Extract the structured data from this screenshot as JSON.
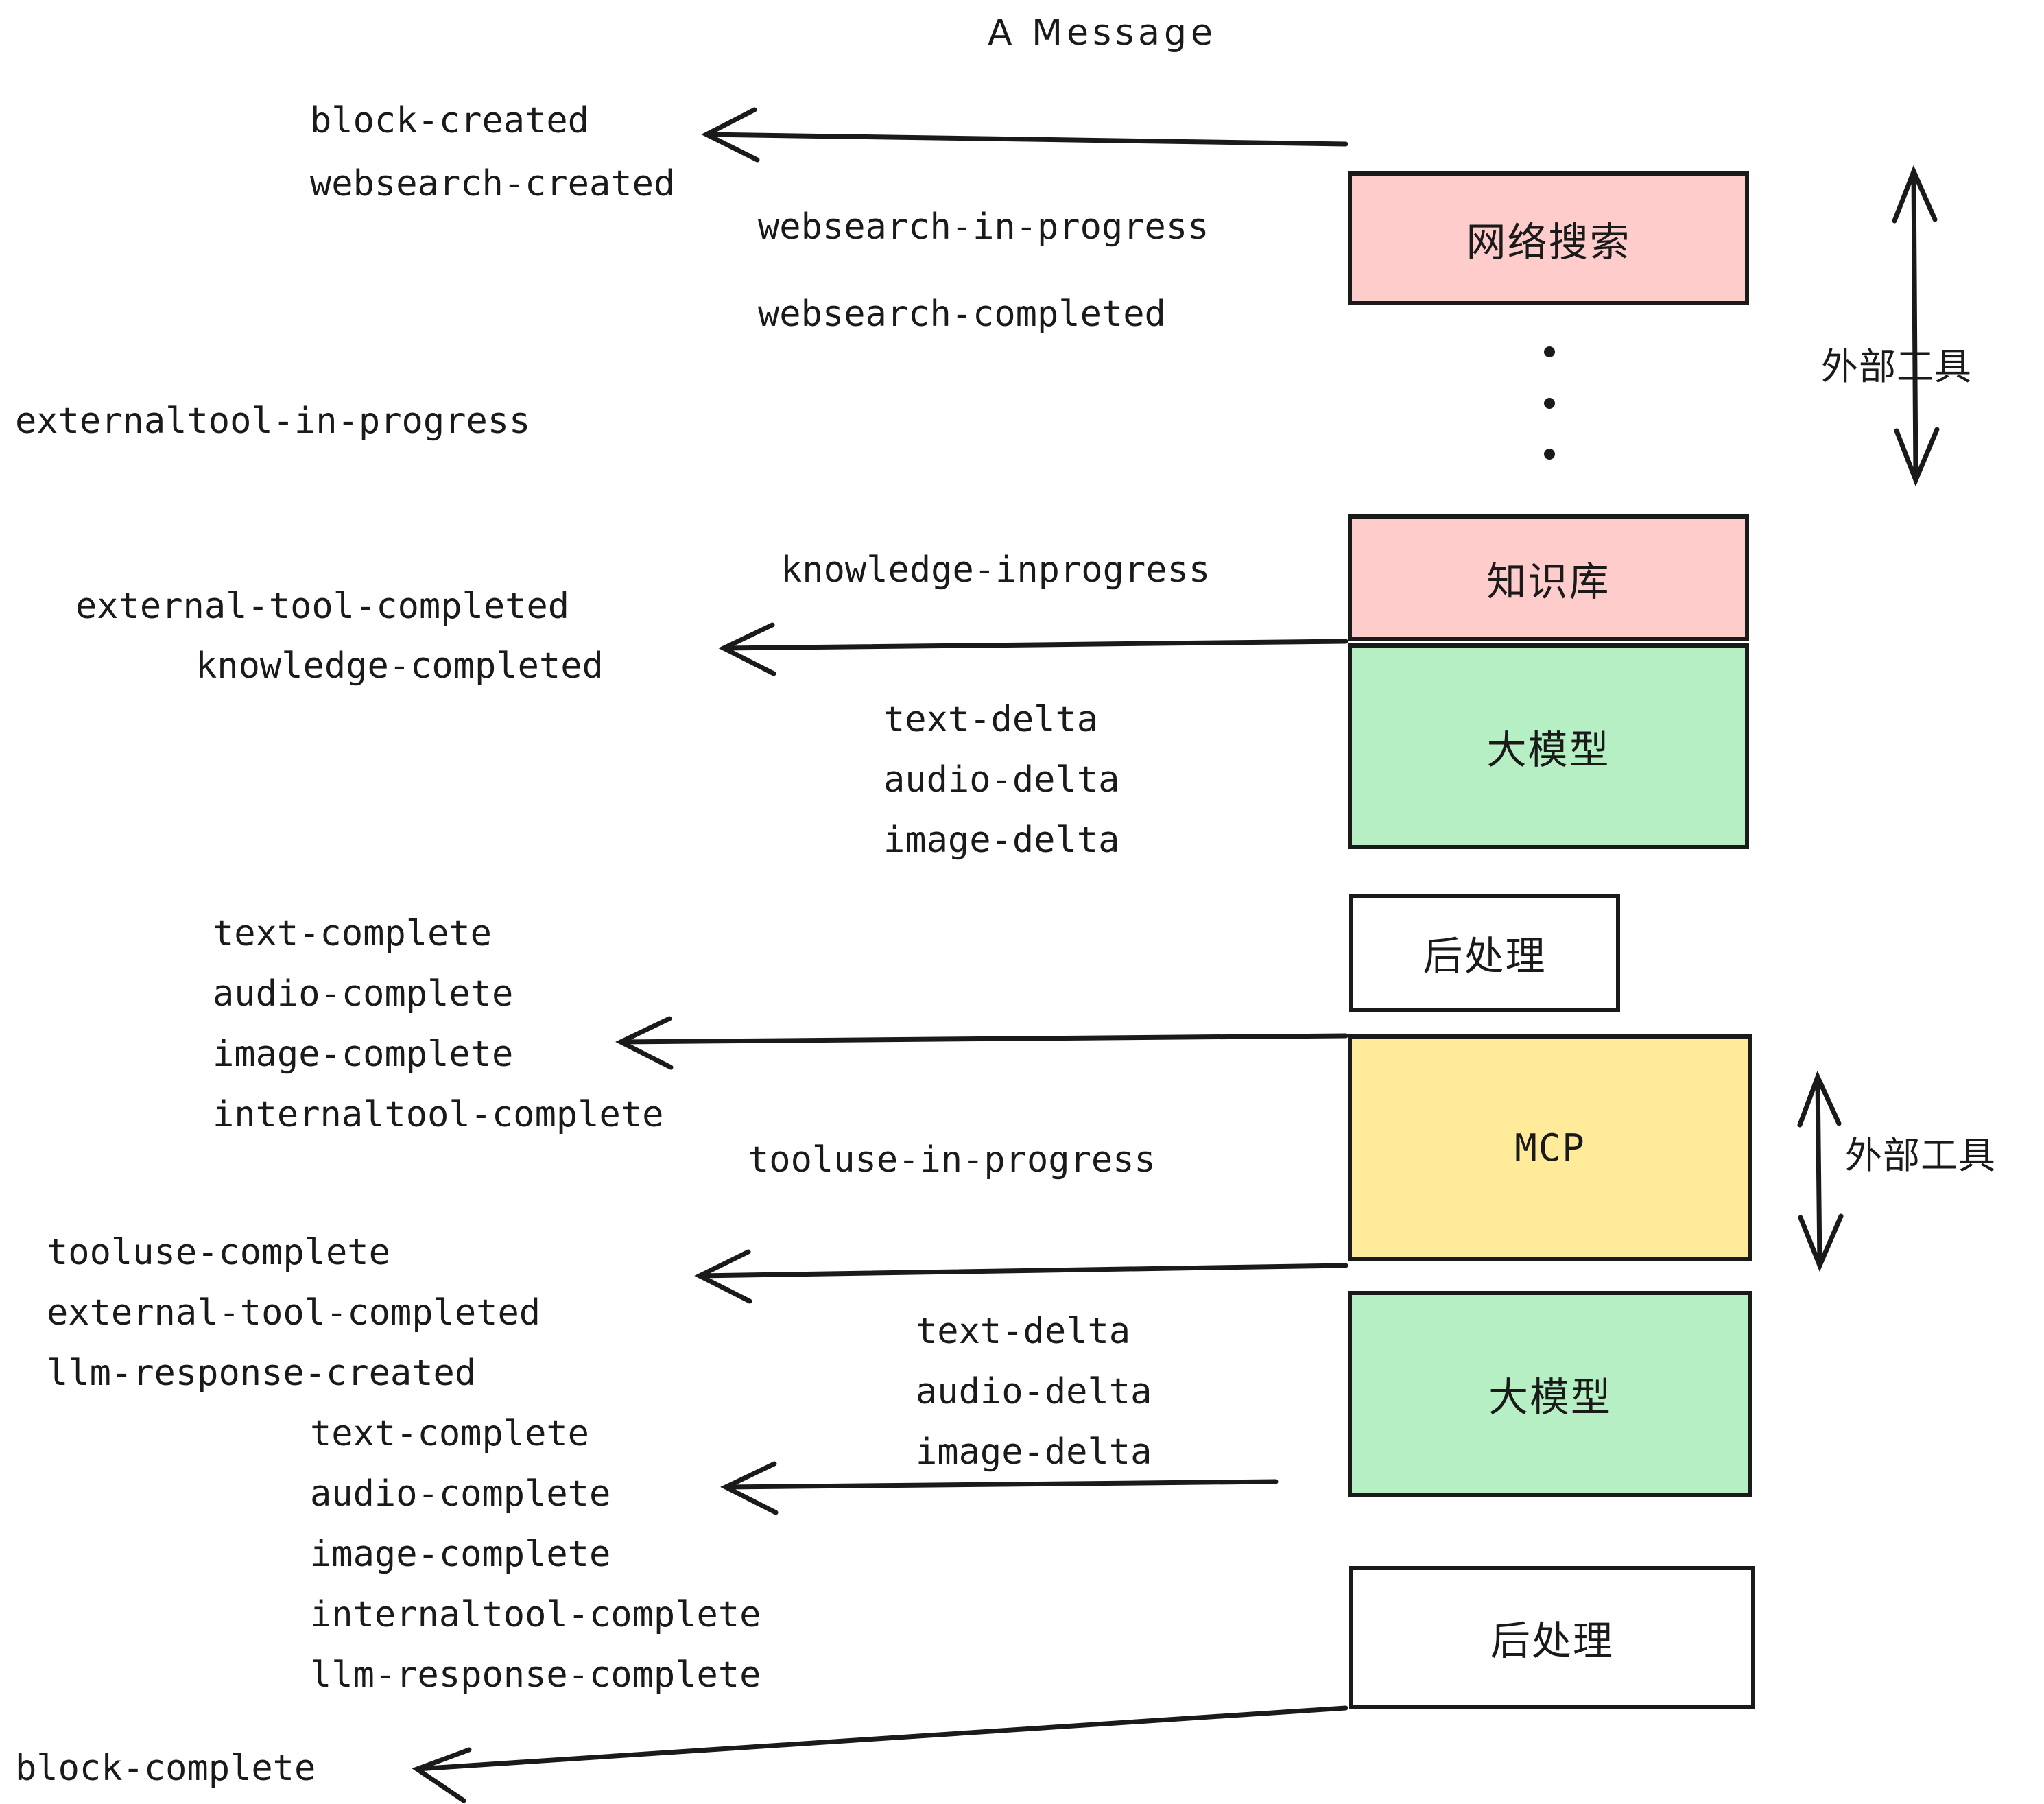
{
  "title": "A Message",
  "boxes": [
    {
      "id": "websearch",
      "label": "网络搜索",
      "color": "#ffcccc"
    },
    {
      "id": "knowledge",
      "label": "知识库",
      "color": "#ffcccc"
    },
    {
      "id": "llm1",
      "label": "大模型",
      "color": "#b7efc5"
    },
    {
      "id": "post1",
      "label": "后处理",
      "color": "#ffffff"
    },
    {
      "id": "mcp",
      "label": "MCP",
      "color": "#ffeb99"
    },
    {
      "id": "llm2",
      "label": "大模型",
      "color": "#b7efc5"
    },
    {
      "id": "post2",
      "label": "后处理",
      "color": "#ffffff"
    }
  ],
  "group_labels": [
    {
      "id": "external-top",
      "label": "外部工具"
    },
    {
      "id": "external-bottom",
      "label": "外部工具"
    }
  ],
  "events": [
    {
      "id": "block-created",
      "text": "block-created"
    },
    {
      "id": "websearch-created",
      "text": "websearch-created"
    },
    {
      "id": "websearch-in-progress",
      "text": "websearch-in-progress"
    },
    {
      "id": "websearch-completed",
      "text": "websearch-completed"
    },
    {
      "id": "externaltool-in-progress",
      "text": "externaltool-in-progress"
    },
    {
      "id": "knowledge-inprogress",
      "text": "knowledge-inprogress"
    },
    {
      "id": "external-tool-completed-1",
      "text": "external-tool-completed"
    },
    {
      "id": "knowledge-completed",
      "text": "knowledge-completed"
    },
    {
      "id": "text-delta-1",
      "text": "text-delta"
    },
    {
      "id": "audio-delta-1",
      "text": "audio-delta"
    },
    {
      "id": "image-delta-1",
      "text": "image-delta"
    },
    {
      "id": "text-complete-1",
      "text": "text-complete"
    },
    {
      "id": "audio-complete-1",
      "text": "audio-complete"
    },
    {
      "id": "image-complete-1",
      "text": "image-complete"
    },
    {
      "id": "internaltool-complete-1",
      "text": "internaltool-complete"
    },
    {
      "id": "tooluse-in-progress",
      "text": "tooluse-in-progress"
    },
    {
      "id": "tooluse-complete",
      "text": "tooluse-complete"
    },
    {
      "id": "external-tool-completed-2",
      "text": "external-tool-completed"
    },
    {
      "id": "llm-response-created",
      "text": "llm-response-created"
    },
    {
      "id": "text-delta-2",
      "text": "text-delta"
    },
    {
      "id": "audio-delta-2",
      "text": "audio-delta"
    },
    {
      "id": "image-delta-2",
      "text": "image-delta"
    },
    {
      "id": "text-complete-2",
      "text": "text-complete"
    },
    {
      "id": "audio-complete-2",
      "text": "audio-complete"
    },
    {
      "id": "image-complete-2",
      "text": "image-complete"
    },
    {
      "id": "internaltool-complete-2",
      "text": "internaltool-complete"
    },
    {
      "id": "llm-response-complete",
      "text": "llm-response-complete"
    },
    {
      "id": "block-complete",
      "text": "block-complete"
    }
  ],
  "colors": {
    "stroke": "#1a1a1a",
    "pink": "#ffcccc",
    "green": "#b7efc5",
    "yellow": "#ffeb99",
    "white": "#ffffff",
    "background": "#ffffff"
  }
}
